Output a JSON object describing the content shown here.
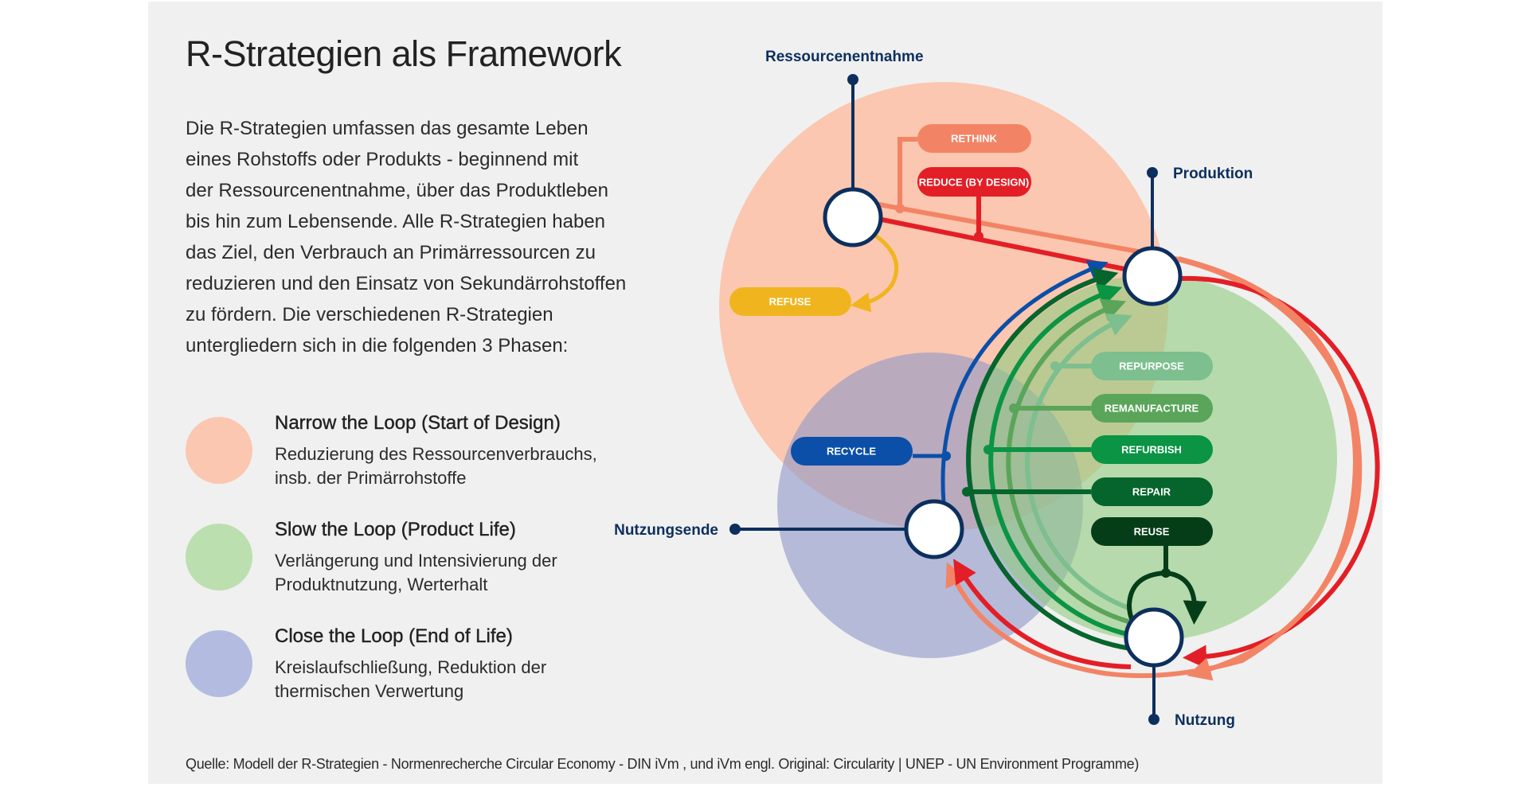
{
  "title": "R-Strategien als Framework",
  "intro_lines": [
    "Die R-Strategien umfassen das gesamte Leben",
    "eines Rohstoffs oder Produkts - beginnend mit",
    "der Ressourcenentnahme, über das Produktleben",
    "bis hin zum Lebensende. Alle R-Strategien haben",
    "das Ziel, den Verbrauch an Primärressourcen zu",
    "reduzieren und den Einsatz von Sekundärrohstoffen",
    "zu fördern. Die verschiedenen R-Strategien",
    "untergliedern sich in die folgenden 3 Phasen:"
  ],
  "legend": [
    {
      "title": "Narrow the Loop (Start of Design)",
      "desc": [
        "Reduzierung des  Ressourcenverbrauchs,",
        "insb. der Primärrohstoffe"
      ],
      "color": "#fbc7b0"
    },
    {
      "title": "Slow the Loop (Product Life)",
      "desc": [
        "Verlängerung und Intensivierung der",
        "Produktnutzung, Werterhalt"
      ],
      "color": "#bcdfb0"
    },
    {
      "title": "Close the Loop (End of Life)",
      "desc": [
        "Kreislaufschließung, Reduktion der",
        "thermischen Verwertung"
      ],
      "color": "#b3bce0"
    }
  ],
  "diagram": {
    "stages": {
      "resource": "Ressourcenentnahme",
      "production": "Produktion",
      "use": "Nutzung",
      "end_of_use": "Nutzungsende"
    },
    "strategies": {
      "rethink": {
        "label": "RETHINK",
        "color": "#f28465"
      },
      "reduce": {
        "label": "REDUCE (BY DESIGN)",
        "color": "#e31e26"
      },
      "refuse": {
        "label": "REFUSE",
        "color": "#f0b51e"
      },
      "recycle": {
        "label": "RECYCLE",
        "color": "#0b4fa8"
      },
      "repurpose": {
        "label": "REPURPOSE",
        "color": "#7dbf8e"
      },
      "remanufacture": {
        "label": "REMANUFACTURE",
        "color": "#5aa55a"
      },
      "refurbish": {
        "label": "REFURBISH",
        "color": "#0a9444"
      },
      "repair": {
        "label": "REPAIR",
        "color": "#05652c"
      },
      "reuse": {
        "label": "REUSE",
        "color": "#053d18"
      }
    },
    "colors": {
      "narrow": "#fbc7b0",
      "slow": "#bcdfb0",
      "close": "#b3bce0",
      "node_stroke": "#0d2f5e"
    }
  },
  "footer": "Quelle: Modell der R-Strategien - Normenrecherche Circular Economy - DIN iVm , und iVm engl. Original: Circularity | UNEP - UN Environment Programme)"
}
